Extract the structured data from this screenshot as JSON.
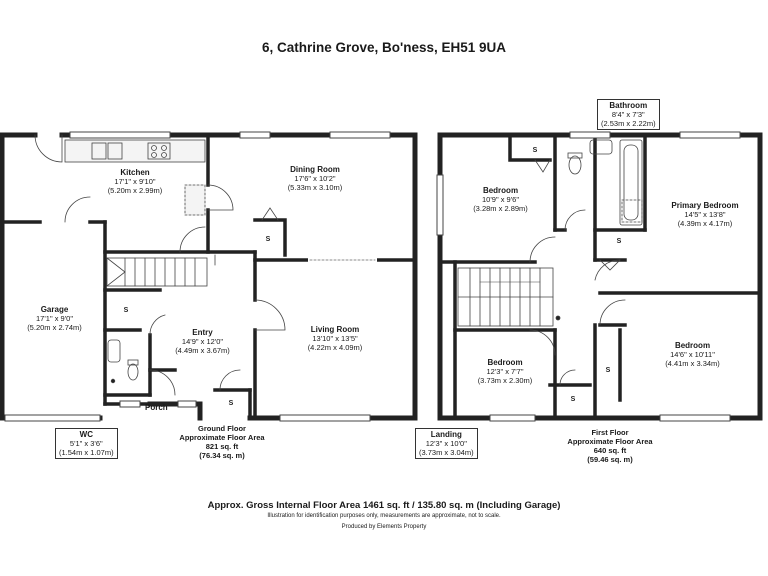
{
  "title": "6, Cathrine Grove, Bo'ness, EH51 9UA",
  "ground_floor": {
    "rooms": {
      "kitchen": {
        "name": "Kitchen",
        "imperial": "17'1\" x 9'10\"",
        "metric": "(5.20m x 2.99m)"
      },
      "dining": {
        "name": "Dining Room",
        "imperial": "17'6\" x 10'2\"",
        "metric": "(5.33m x 3.10m)"
      },
      "garage": {
        "name": "Garage",
        "imperial": "17'1\" x 9'0\"",
        "metric": "(5.20m x 2.74m)"
      },
      "entry": {
        "name": "Entry",
        "imperial": "14'9\" x 12'0\"",
        "metric": "(4.49m x 3.67m)"
      },
      "living": {
        "name": "Living Room",
        "imperial": "13'10\" x 13'5\"",
        "metric": "(4.22m x 4.09m)"
      }
    },
    "wc": {
      "name": "WC",
      "imperial": "5'1\" x 3'6\"",
      "metric": "(1.54m x 1.07m)"
    },
    "porch": "Porch",
    "storage": "S",
    "area": {
      "line1": "Ground Floor",
      "line2": "Approximate Floor Area",
      "imperial": "821 sq. ft",
      "metric": "(76.34 sq. m)"
    }
  },
  "first_floor": {
    "rooms": {
      "bedroom_nw": {
        "name": "Bedroom",
        "imperial": "10'9\" x 9'6\"",
        "metric": "(3.28m x 2.89m)"
      },
      "primary": {
        "name": "Primary Bedroom",
        "imperial": "14'5\" x 13'8\"",
        "metric": "(4.39m x 4.17m)"
      },
      "bedroom_sw": {
        "name": "Bedroom",
        "imperial": "12'3\" x 7'7\"",
        "metric": "(3.73m x 2.30m)"
      },
      "bedroom_se": {
        "name": "Bedroom",
        "imperial": "14'6\" x 10'11\"",
        "metric": "(4.41m x 3.34m)"
      }
    },
    "bathroom": {
      "name": "Bathroom",
      "imperial": "8'4\" x 7'3\"",
      "metric": "(2.53m x 2.22m)"
    },
    "landing": {
      "name": "Landing",
      "imperial": "12'3\" x 10'0\"",
      "metric": "(3.73m x 3.04m)"
    },
    "storage": "S",
    "area": {
      "line1": "First Floor",
      "line2": "Approximate Floor Area",
      "imperial": "640 sq. ft",
      "metric": "(59.46 sq. m)"
    }
  },
  "gross_area": "Approx. Gross Internal Floor Area 1461 sq. ft / 135.80 sq. m (Including Garage)",
  "disclaimer": "Illustration for identification purposes only, measurements are approximate, not to scale.",
  "producer": "Produced by Elements Property"
}
